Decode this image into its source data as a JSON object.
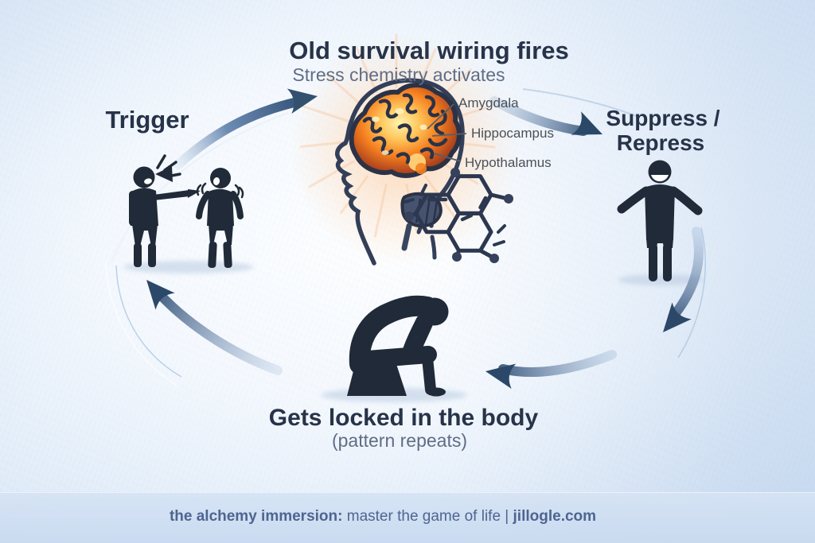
{
  "title": {
    "main": "Old survival wiring fires",
    "sub": "Stress chemistry activates"
  },
  "nodes": {
    "trigger": {
      "label": "Trigger"
    },
    "suppress": {
      "line1": "Suppress /",
      "line2": "Repress"
    },
    "locked": {
      "main": "Gets locked in the body",
      "sub": "(pattern repeats)"
    }
  },
  "brain": {
    "labels": [
      "Amygdala",
      "Hippocampus",
      "Hypothalamus"
    ]
  },
  "footer": {
    "brand": "the alchemy immersion:",
    "middle": "master the game of life",
    "separator": "|",
    "site": "jillogle.com"
  },
  "icons": [
    "cycle-arrow-icon",
    "angry-person-icon",
    "distressed-person-icon",
    "fake-smile-person-icon",
    "slumped-person-icon",
    "head-brain-icon",
    "stress-molecule-icon",
    "shout-burst-icon",
    "glow-rays-icon"
  ],
  "colors": {
    "background_edge": "#c9dbf0",
    "figure": "#202a38",
    "arrow_dark": "#2c4868",
    "arrow_light": "#9db7d6",
    "title_dark": "#273349",
    "subtitle_gray": "#5f6d86",
    "brain_label_gray": "#4b5158",
    "footer_text": "#4e6590",
    "brain_hot_core": "#fff0a8",
    "brain_hot_mid": "#f6801f",
    "brain_hot_edge": "#8a331a",
    "outline_navy": "#333f58"
  }
}
